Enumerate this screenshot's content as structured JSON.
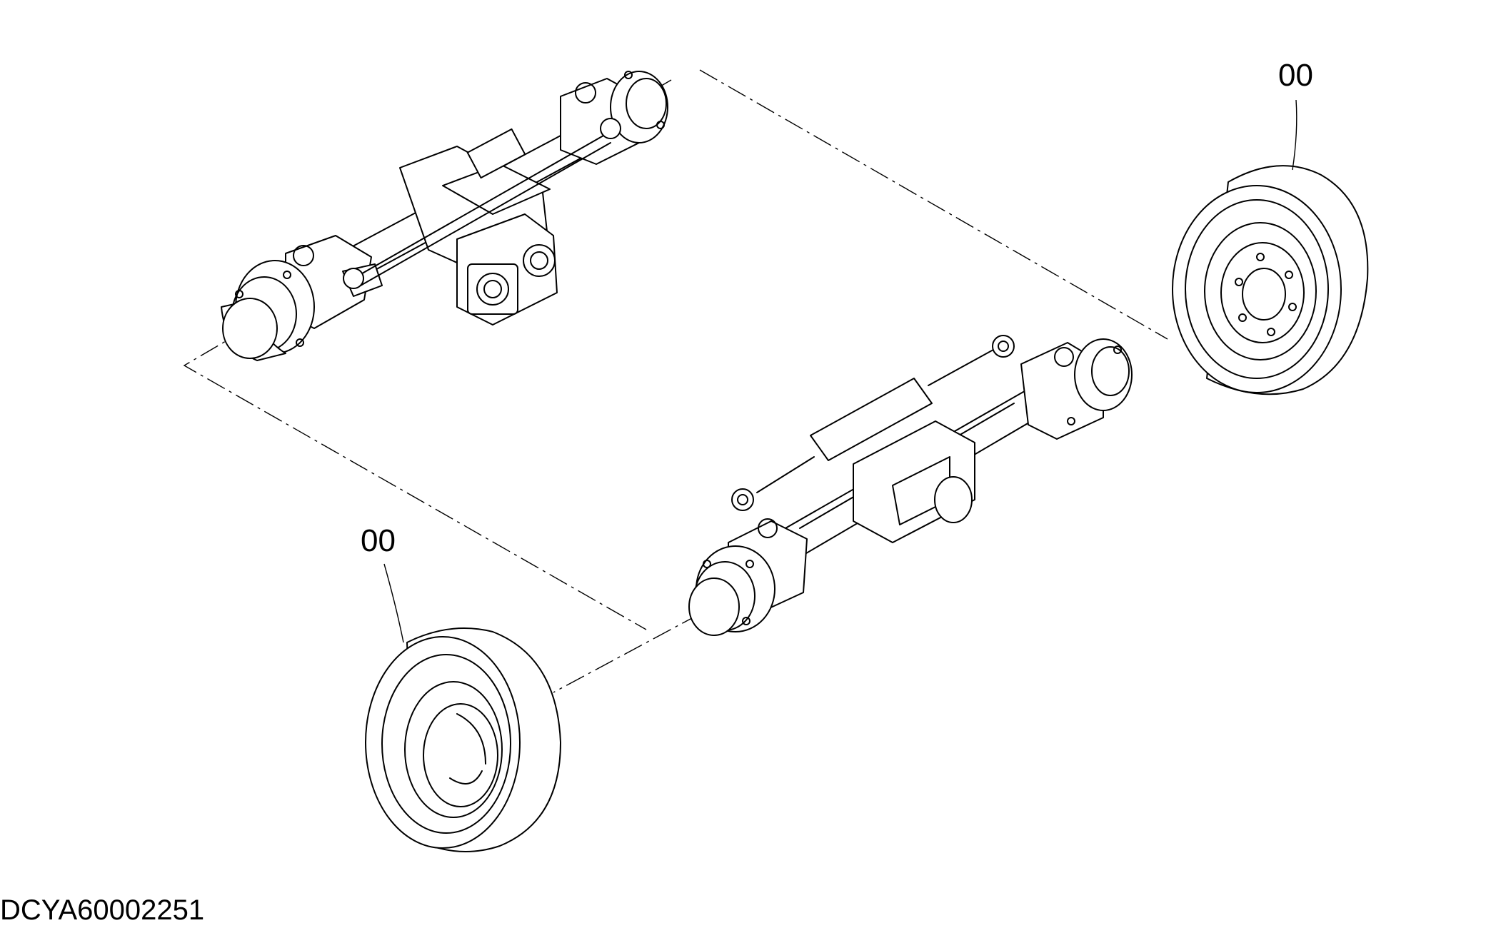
{
  "callouts": [
    {
      "text": "00"
    },
    {
      "text": "00"
    }
  ],
  "drawing_id": "DCYA60002251"
}
